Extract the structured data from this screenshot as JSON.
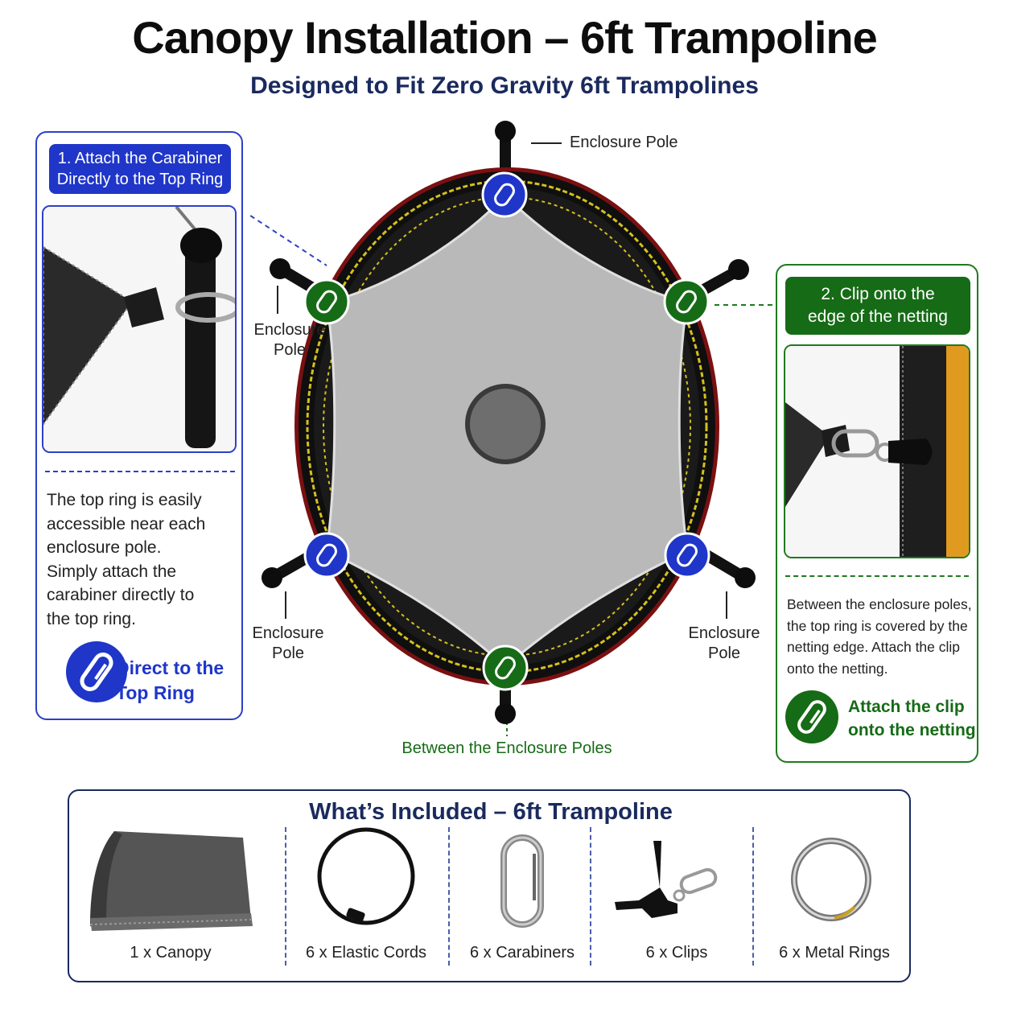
{
  "header": {
    "title": "Canopy Installation – 6ft Trampoline",
    "subtitle": "Designed to Fit Zero Gravity 6ft Trampolines"
  },
  "left_panel": {
    "heading_line1": "1. Attach the Carabiner",
    "heading_line2": "Directly to the Top Ring",
    "body_lines": [
      "The top ring is easily",
      "accessible near each",
      "enclosure pole.",
      "Simply attach the",
      "carabiner directly to",
      "the top ring."
    ],
    "badge_line1": "Direct to the",
    "badge_line2": "Top Ring"
  },
  "right_panel": {
    "heading_line1": "2. Clip onto the",
    "heading_line2": "edge of the netting",
    "body_lines": [
      "Between the enclosure poles,",
      "the top ring is covered by the",
      "netting edge. Attach the clip",
      "onto the netting."
    ],
    "badge_line1": "Attach the clip",
    "badge_line2": "onto the netting"
  },
  "diagram": {
    "label_top": "Enclosure Pole",
    "label_left_line1": "Enclosure",
    "label_left_line2": "Pole",
    "label_bottom_left_line1": "Enclosure",
    "label_bottom_left_line2": "Pole",
    "label_bottom_right_line1": "Enclosure",
    "label_bottom_right_line2": "Pole",
    "label_between": "Between the Enclosure Poles"
  },
  "included": {
    "title": "What’s Included – 6ft Trampoline",
    "items": [
      {
        "label": "1 x Canopy",
        "icon": "folded-canopy-icon"
      },
      {
        "label": "6 x Elastic Cords",
        "icon": "elastic-cord-icon"
      },
      {
        "label": "6 x Carabiners",
        "icon": "carabiner-icon"
      },
      {
        "label": "6 x Clips",
        "icon": "clip-icon"
      },
      {
        "label": "6 x Metal Rings",
        "icon": "metal-ring-icon"
      }
    ]
  },
  "colors": {
    "blue_accent": "#1f36c9",
    "green_accent": "#166b16",
    "navy_text": "#1a2a5e"
  }
}
